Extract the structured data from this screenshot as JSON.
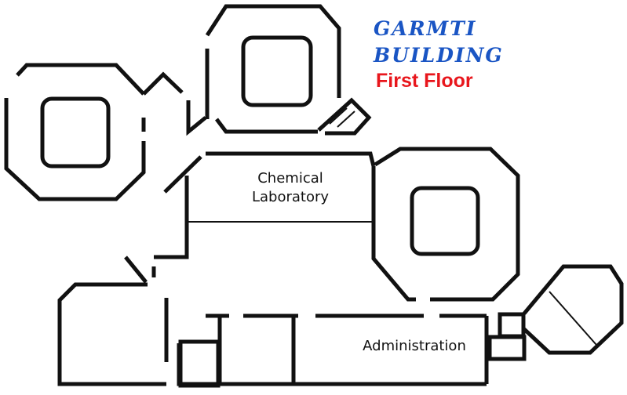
{
  "header": {
    "title_line1": "GARMTI",
    "title_line2": "BUILDING",
    "subtitle": "First Floor"
  },
  "rooms": {
    "chemical_line1": "Chemical",
    "chemical_line2": "Laboratory",
    "administration": "Administration"
  },
  "colors": {
    "title": "#1a55c4",
    "subtitle": "#e8161c",
    "walls": "#111111",
    "background": "#ffffff"
  }
}
